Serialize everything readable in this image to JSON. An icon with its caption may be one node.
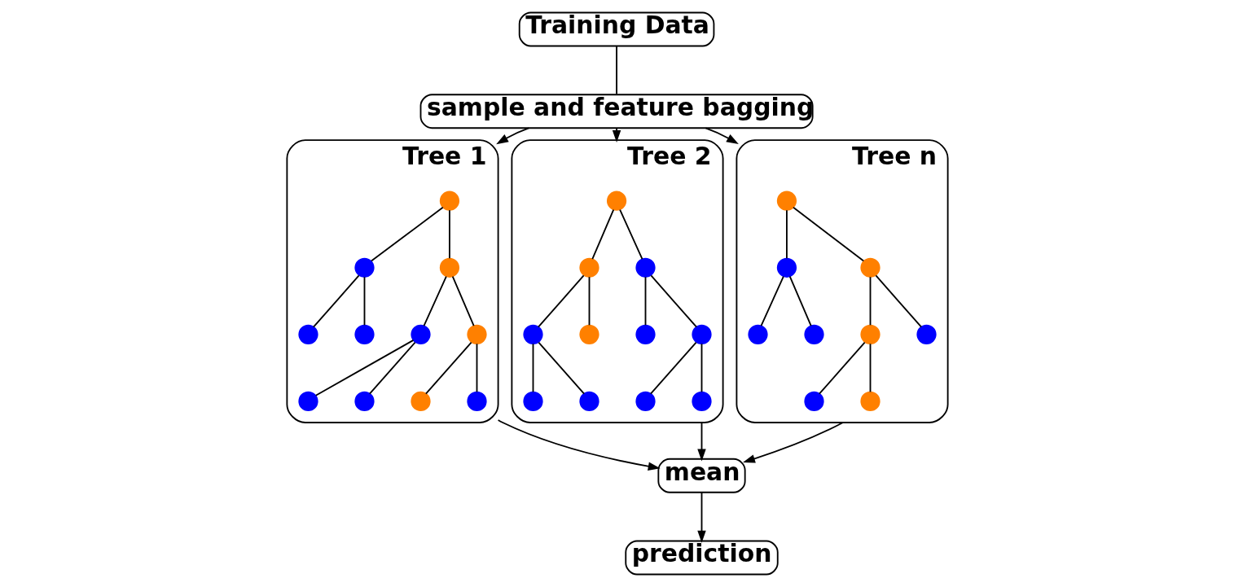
{
  "diagram": {
    "nodes": [
      {
        "text": [
          "Training Data"
        ]
      },
      {
        "text": [
          "sample and feature bagging"
        ]
      },
      {
        "text": [
          "Tree 1"
        ]
      },
      {
        "text": [],
        "shape": "circle",
        "in": 2
      },
      {
        "text": [],
        "shape": "circle",
        "in": 2
      },
      {
        "text": [],
        "shape": "circle",
        "in": 2
      },
      {
        "text": [],
        "shape": "circle",
        "in": 2
      },
      {
        "text": [],
        "shape": "circle",
        "in": 2
      },
      {
        "text": [],
        "shape": "circle",
        "in": 2
      },
      {
        "text": [],
        "shape": "circle",
        "in": 2
      },
      {
        "text": [],
        "shape": "circle",
        "in": 2
      },
      {
        "text": [],
        "shape": "circle",
        "in": 2
      },
      {
        "text": [],
        "shape": "circle",
        "in": 2
      },
      {
        "text": [],
        "shape": "circle",
        "in": 2
      },
      {
        "text": [
          "Tree 2"
        ]
      },
      {
        "text": [],
        "shape": "circle",
        "in": 14
      },
      {
        "text": [],
        "shape": "circle",
        "in": 14
      },
      {
        "text": [],
        "shape": "circle",
        "in": 14
      },
      {
        "text": [],
        "shape": "circle",
        "in": 14
      },
      {
        "text": [],
        "shape": "circle",
        "in": 14
      },
      {
        "text": [],
        "shape": "circle",
        "in": 14
      },
      {
        "text": [],
        "shape": "circle",
        "in": 14
      },
      {
        "text": [],
        "shape": "circle",
        "in": 14
      },
      {
        "text": [],
        "shape": "circle",
        "in": 14
      },
      {
        "text": [],
        "shape": "circle",
        "in": 14
      },
      {
        "text": [],
        "shape": "circle",
        "in": 14
      },
      {
        "text": [
          "Tree n"
        ]
      },
      {
        "text": [],
        "shape": "circle",
        "in": 26
      },
      {
        "text": [],
        "shape": "circle",
        "in": 26
      },
      {
        "text": [],
        "shape": "circle",
        "in": 26
      },
      {
        "text": [],
        "shape": "circle",
        "in": 26
      },
      {
        "text": [],
        "shape": "circle",
        "in": 26
      },
      {
        "text": [],
        "shape": "circle",
        "in": 26
      },
      {
        "text": [],
        "shape": "circle",
        "in": 26
      },
      {
        "text": [],
        "shape": "circle",
        "in": 26
      },
      {
        "text": [],
        "shape": "circle",
        "in": 26
      },
      {
        "text": [
          "mean"
        ]
      },
      {
        "text": [
          "prediction"
        ]
      }
    ],
    "edges": [
      {
        "from": 0,
        "to": 1,
        "arrow": "none"
      },
      {
        "from": 1,
        "to": 2,
        "arrow": "to"
      },
      {
        "from": 1,
        "to": 14,
        "arrow": "to"
      },
      {
        "from": 1,
        "to": 26,
        "arrow": "to"
      },
      {
        "from": 3,
        "to": 4,
        "arrow": "none"
      },
      {
        "from": 3,
        "to": 5,
        "arrow": "none"
      },
      {
        "from": 4,
        "to": 6,
        "arrow": "none"
      },
      {
        "from": 4,
        "to": 7,
        "arrow": "none"
      },
      {
        "from": 5,
        "to": 8,
        "arrow": "none"
      },
      {
        "from": 5,
        "to": 9,
        "arrow": "none"
      },
      {
        "from": 8,
        "to": 10,
        "arrow": "none"
      },
      {
        "from": 8,
        "to": 11,
        "arrow": "none"
      },
      {
        "from": 9,
        "to": 12,
        "arrow": "none"
      },
      {
        "from": 9,
        "to": 13,
        "arrow": "none"
      },
      {
        "from": 15,
        "to": 16,
        "arrow": "none"
      },
      {
        "from": 15,
        "to": 17,
        "arrow": "none"
      },
      {
        "from": 16,
        "to": 18,
        "arrow": "none"
      },
      {
        "from": 16,
        "to": 19,
        "arrow": "none"
      },
      {
        "from": 17,
        "to": 20,
        "arrow": "none"
      },
      {
        "from": 17,
        "to": 21,
        "arrow": "none"
      },
      {
        "from": 18,
        "to": 22,
        "arrow": "none"
      },
      {
        "from": 18,
        "to": 23,
        "arrow": "none"
      },
      {
        "from": 21,
        "to": 24,
        "arrow": "none"
      },
      {
        "from": 21,
        "to": 25,
        "arrow": "none"
      },
      {
        "from": 27,
        "to": 28,
        "arrow": "none"
      },
      {
        "from": 27,
        "to": 29,
        "arrow": "none"
      },
      {
        "from": 28,
        "to": 30,
        "arrow": "none"
      },
      {
        "from": 28,
        "to": 31,
        "arrow": "none"
      },
      {
        "from": 29,
        "to": 32,
        "arrow": "none"
      },
      {
        "from": 29,
        "to": 33,
        "arrow": "none"
      },
      {
        "from": 32,
        "to": 34,
        "arrow": "none"
      },
      {
        "from": 32,
        "to": 35,
        "arrow": "none"
      },
      {
        "from": 2,
        "to": 36,
        "arrow": "to"
      },
      {
        "from": 14,
        "to": 36,
        "arrow": "to"
      },
      {
        "from": 26,
        "to": 36,
        "arrow": "to"
      },
      {
        "from": 36,
        "to": 37,
        "arrow": "to"
      }
    ]
  }
}
